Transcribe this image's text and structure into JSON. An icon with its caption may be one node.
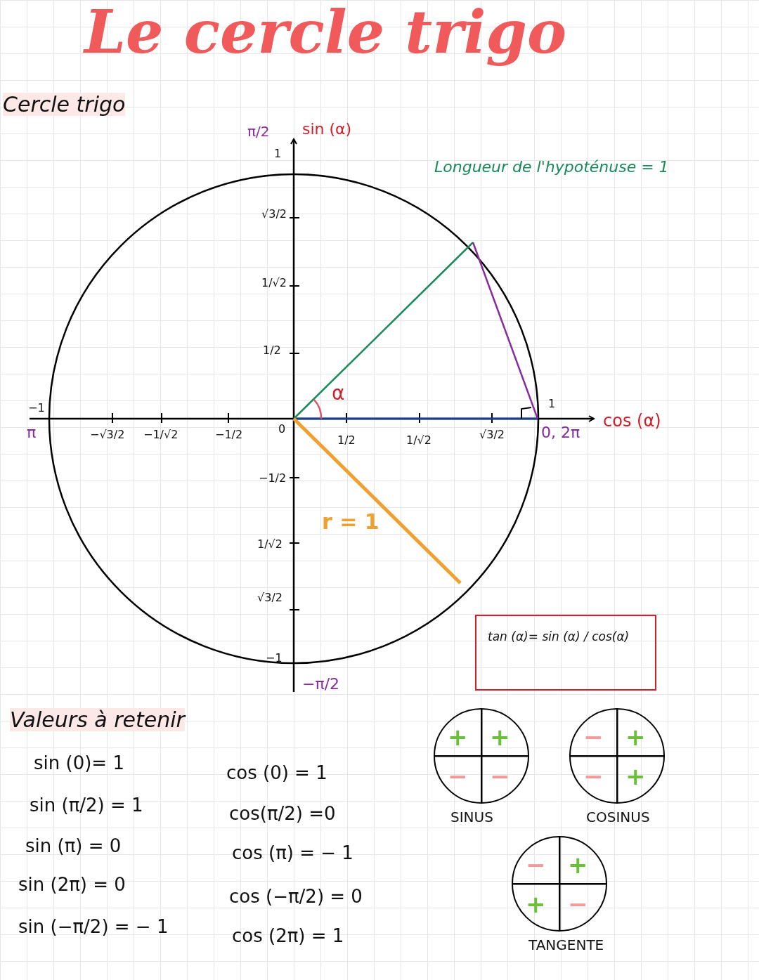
{
  "diagram": {
    "title": "Le cercle trigo",
    "nodes": [
      {
        "text": [
          "tan (α)= sin (α) / cos(α)"
        ]
      },
      {
        "text": [
          "+",
          "+",
          "−",
          "−"
        ],
        "beside": [
          "SINUS"
        ]
      },
      {
        "text": [
          "−",
          "+",
          "−",
          "+"
        ],
        "beside": [
          "COSINUS"
        ]
      },
      {
        "text": [
          "−",
          "+",
          "+",
          "−"
        ],
        "beside": [
          "TANGENTE"
        ]
      }
    ],
    "labels": [
      "Cercle trigo",
      "π/2",
      "1",
      "sin (α)",
      "Longueur de l'hypoténuse = 1",
      "√3/2",
      "1/√2",
      "1/2",
      "−1",
      "π",
      "−√3/2",
      "−1/√2",
      "−1/2",
      "0",
      "α",
      "1/2",
      "1/√2",
      "√3/2",
      "1",
      "0, 2π",
      "cos (α)",
      "−1/2",
      "r = 1",
      "1/√2",
      "√3/2",
      "−1",
      "−π/2",
      "Valeurs à retenir",
      "sin (0)= 1",
      "sin (π/2) = 1",
      "sin (π) = 0",
      "sin (2π) = 0",
      "sin (−π/2) = − 1",
      "cos (0) = 1",
      "cos(π/2) =0",
      "cos (π) = − 1",
      "cos (−π/2) = 0",
      "cos (2π) = 1"
    ]
  }
}
